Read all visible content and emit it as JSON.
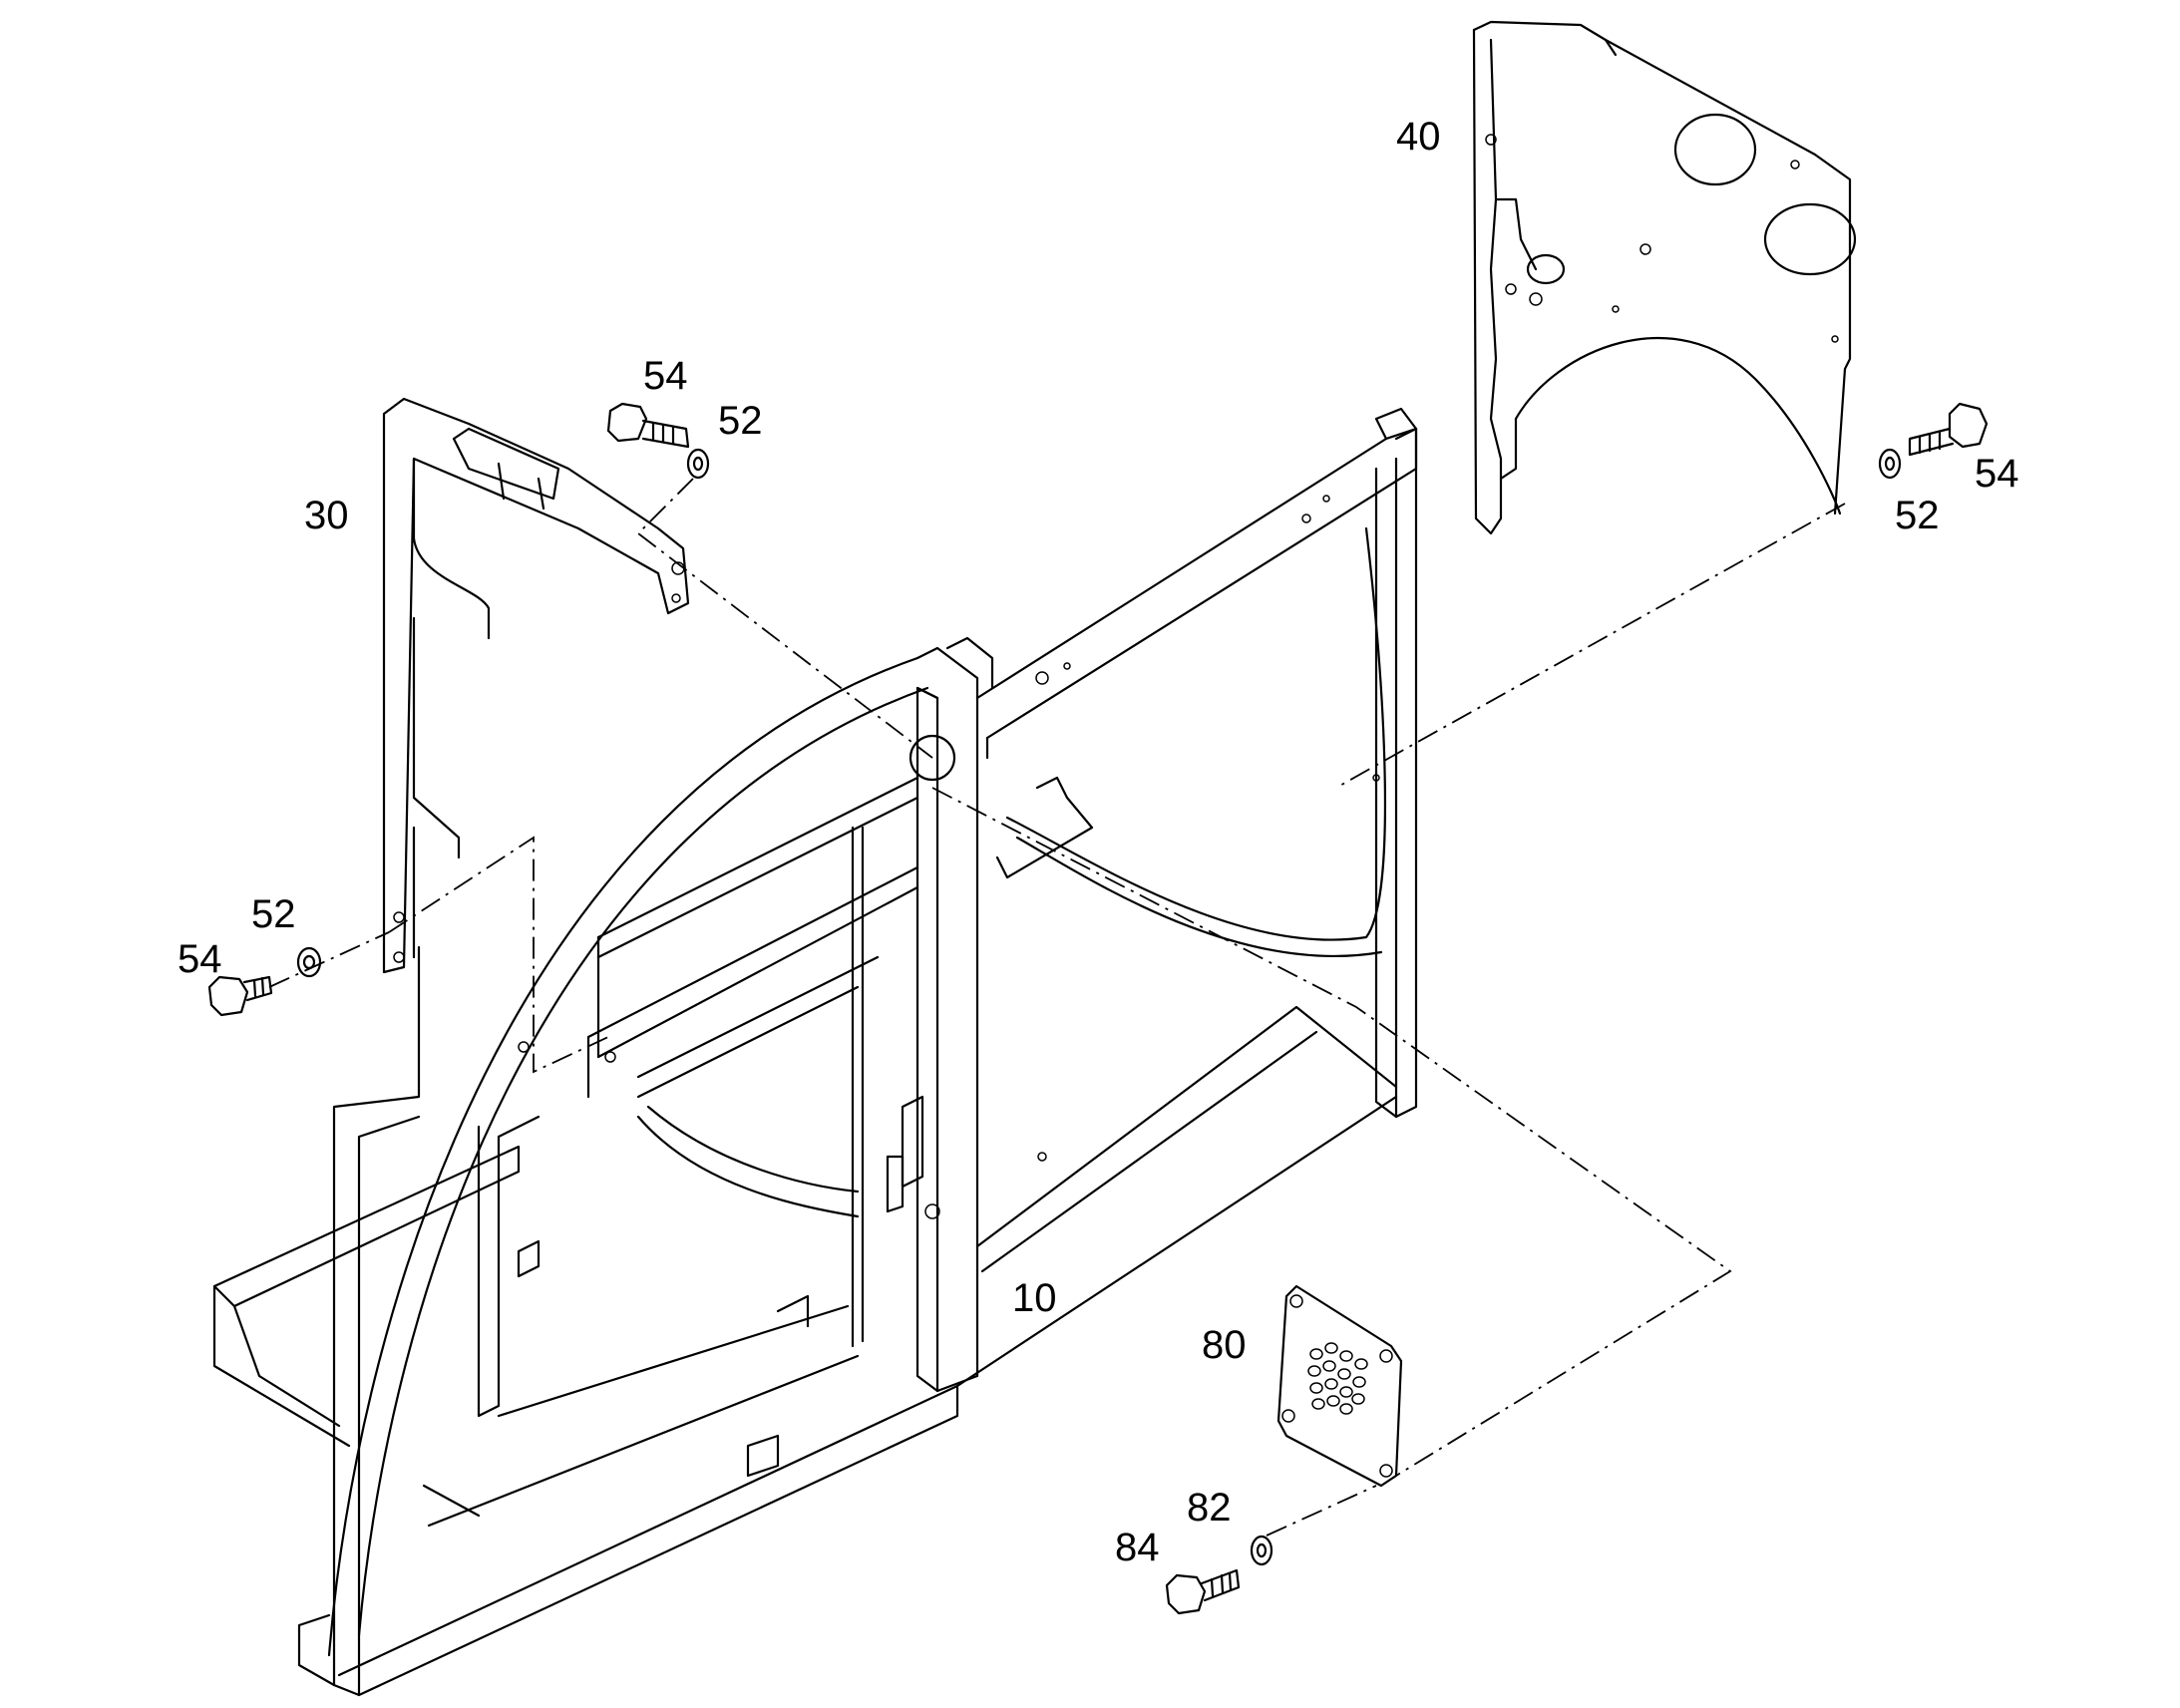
{
  "callouts": {
    "frame": "10",
    "left_bracket": "30",
    "right_panel": "40",
    "washer_top": "52",
    "bolt_top": "54",
    "washer_right": "52",
    "bolt_right": "54",
    "washer_left": "52",
    "bolt_left": "54",
    "grille_plate": "80",
    "washer_bottom": "82",
    "bolt_bottom": "84"
  },
  "colors": {
    "line": "#000000",
    "background": "#ffffff"
  }
}
